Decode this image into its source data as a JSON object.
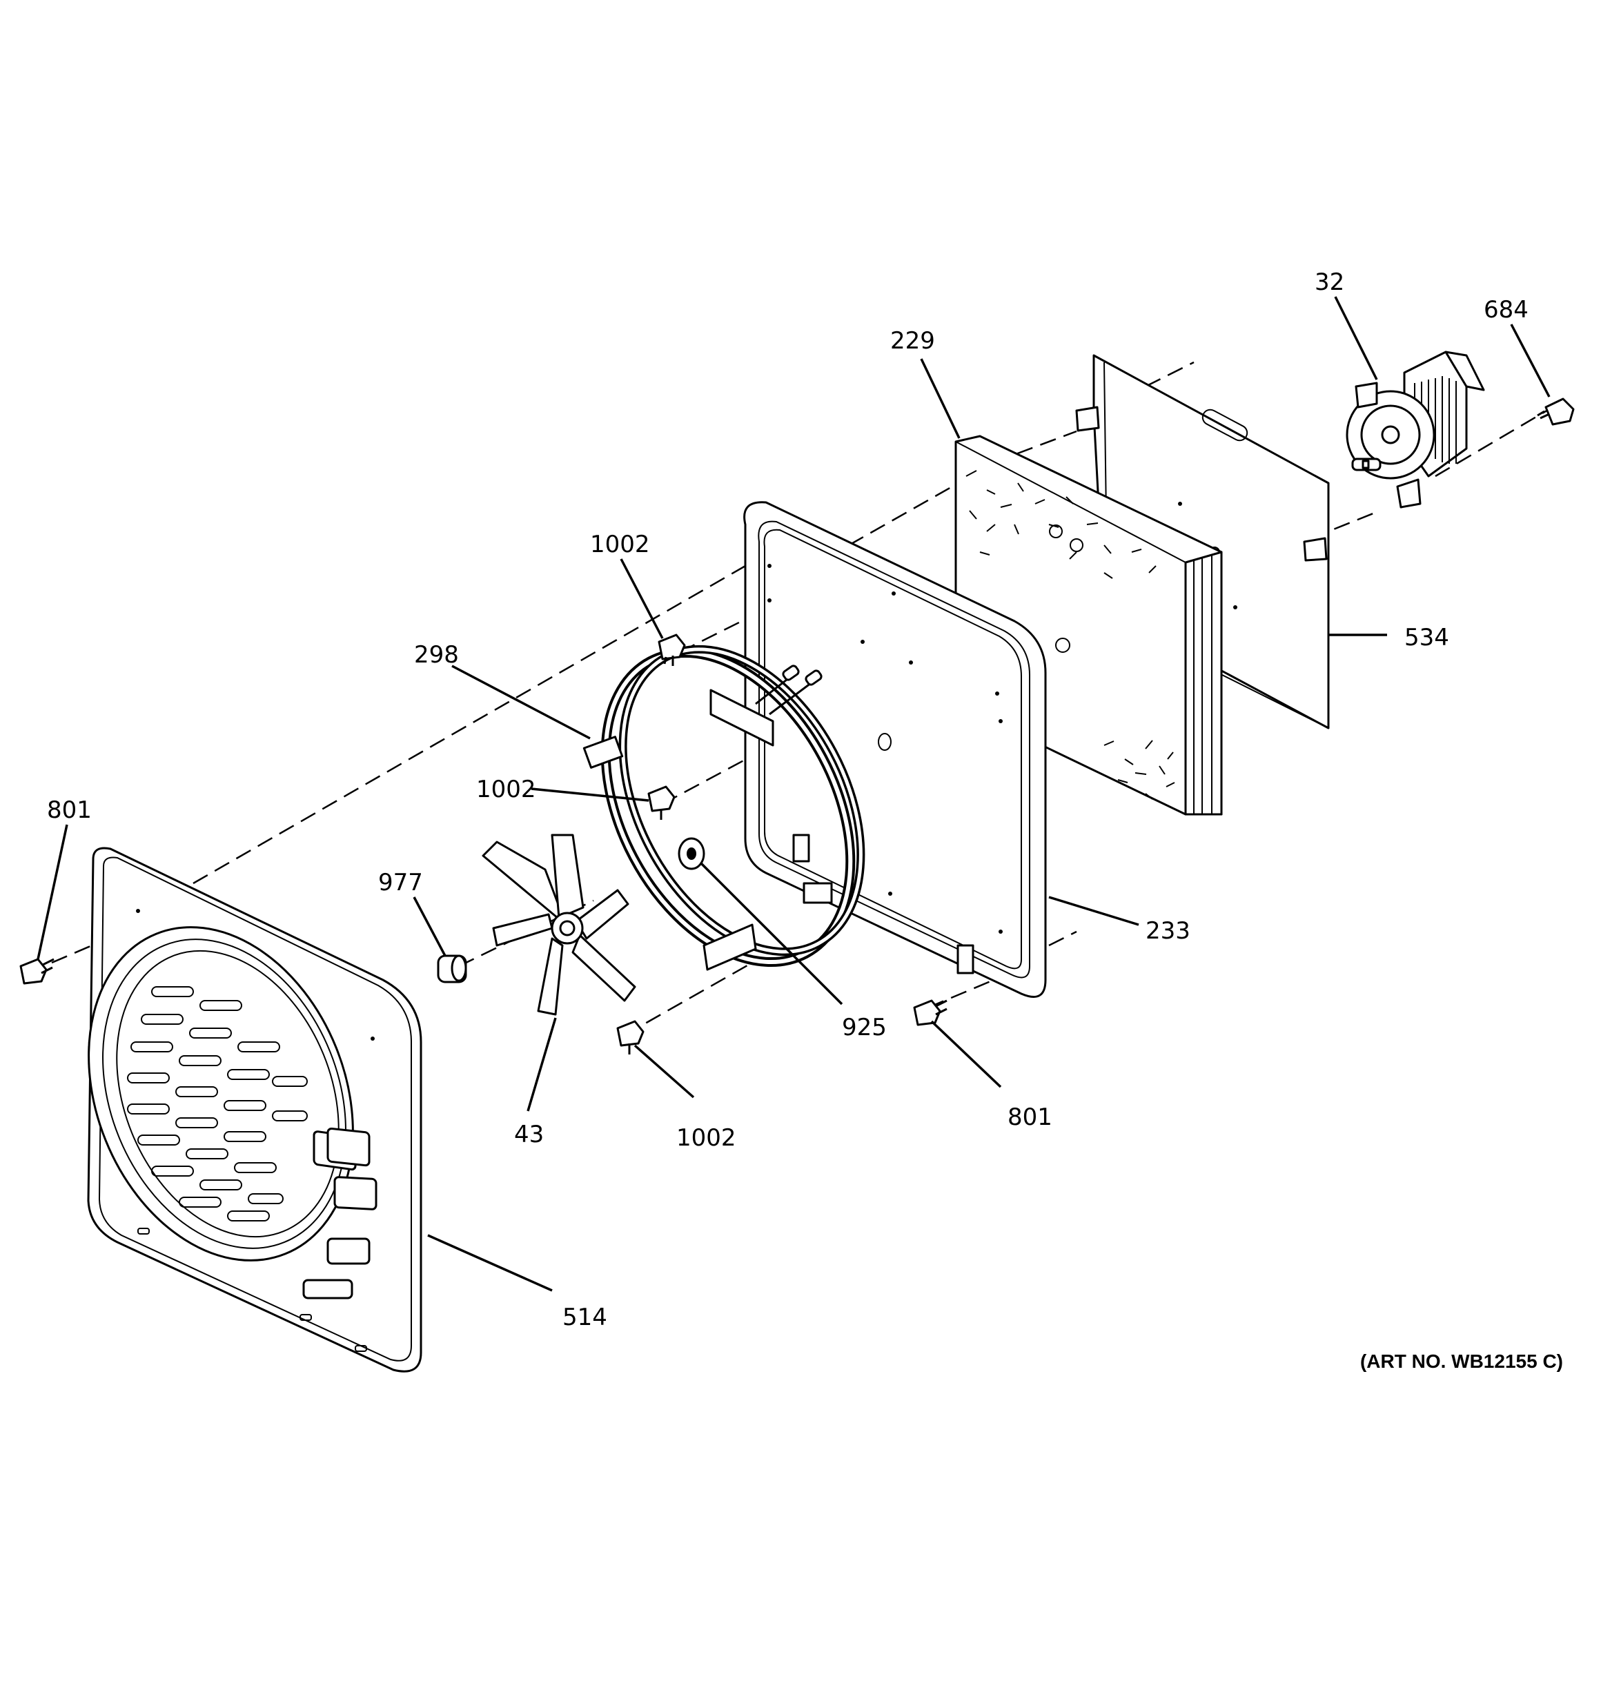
{
  "callouts": {
    "c32": "32",
    "c684": "684",
    "c229": "229",
    "c534": "534",
    "c1002_top": "1002",
    "c298": "298",
    "c1002_mid": "1002",
    "c801_left": "801",
    "c977": "977",
    "c233": "233",
    "c925": "925",
    "c43": "43",
    "c1002_bottom": "1002",
    "c801_right": "801",
    "c514": "514"
  },
  "art_number": "(ART NO. WB12155 C)"
}
